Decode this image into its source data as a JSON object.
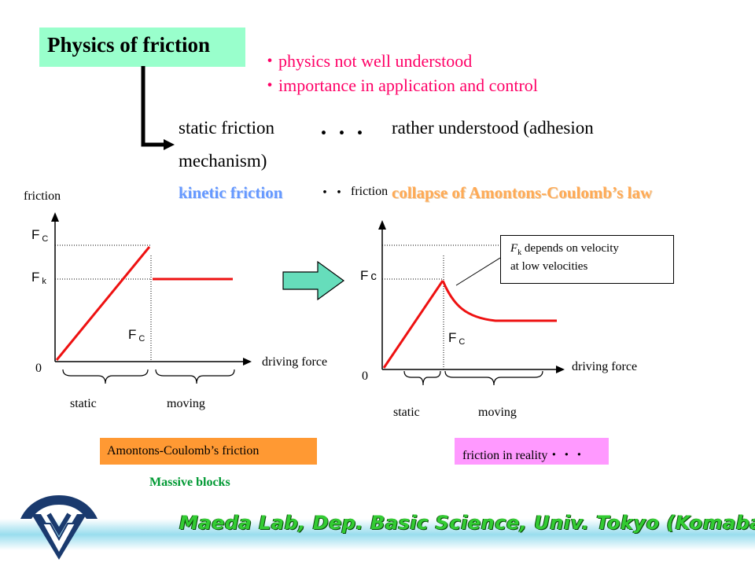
{
  "title": "Physics of friction",
  "bullets": [
    "・physics not well understood",
    "・importance in application and control"
  ],
  "static_line": {
    "label": "static friction",
    "dots": "・・・",
    "text": "rather understood (adhesion",
    "text2": "mechanism)"
  },
  "kinetic_line": {
    "label": "kinetic friction",
    "dots": "・・",
    "text": "collapse of Amontons-Coulomb’s law"
  },
  "left_chart": {
    "ylabel": "friction",
    "xlabel": "driving force",
    "origin": "0",
    "fc_label": "F",
    "fc_sub": "C",
    "fk_label": "F",
    "fk_sub": "k",
    "fc_x_label": "F",
    "fc_x_sub": "C",
    "region_static": "static",
    "region_moving": "moving"
  },
  "right_chart": {
    "ylabel": "friction",
    "xlabel": "driving force",
    "origin": "0",
    "fc_label": "F",
    "fc_sub": "c",
    "fc_x_label": "F",
    "fc_x_sub": "C",
    "region_static": "static",
    "region_moving": "moving",
    "note_line1_var": "F",
    "note_line1_sub": "k",
    "note_line1_rest": " depends on velocity",
    "note_line2": "at low velocities"
  },
  "label_amontons": "Amontons-Coulomb’s friction",
  "label_reality": "friction in reality・・・",
  "label_massive": "Massive blocks",
  "footer": "Maeda Lab, Dep. Basic Science, Univ. Tokyo (Komaba)",
  "colors": {
    "title_bg": "#99ffcc",
    "pink_text": "#ff0066",
    "curve_red": "#ee1111",
    "arrow_fill": "#66ddbb",
    "amontons_bg": "#ff9933",
    "reality_bg": "#ff99ff",
    "massive_green": "#009933",
    "footer_green": "#33cc33",
    "footer_band": "#99ddee"
  },
  "icons": [
    "university-logo-icon",
    "right-arrow-icon",
    "elbow-arrow-icon"
  ]
}
